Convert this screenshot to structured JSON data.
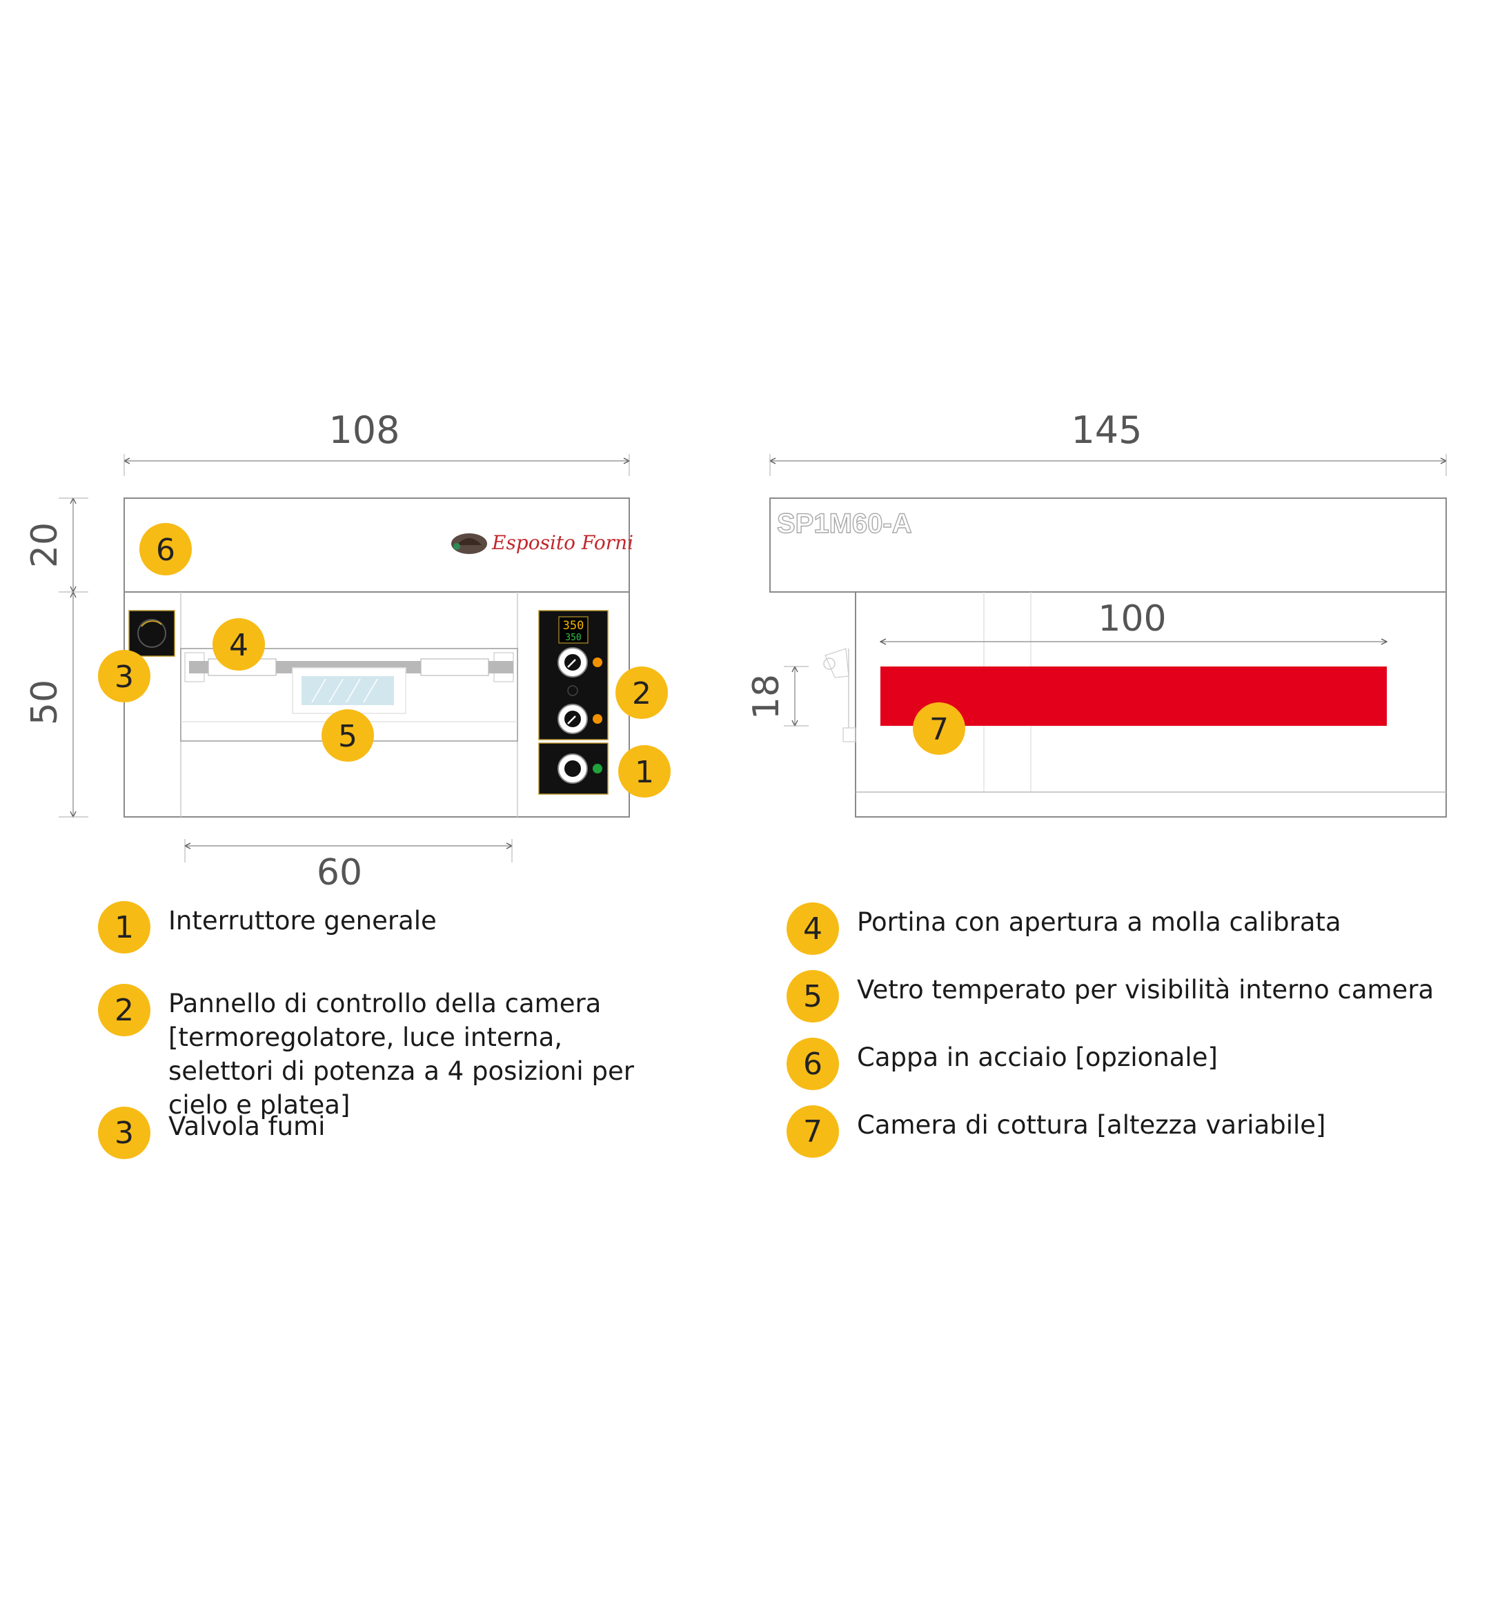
{
  "dimensions": {
    "front_width": "108",
    "hood_height": "20",
    "body_height": "50",
    "chamber_width": "60",
    "side_depth": "145",
    "inner_depth": "100",
    "chamber_height": "18"
  },
  "brand": {
    "logo_text": "Esposito Forni"
  },
  "model": {
    "code": "SP1M60-A"
  },
  "control_panel": {
    "display_value": "350",
    "display_setpoint": "350"
  },
  "badges": [
    "1",
    "2",
    "3",
    "4",
    "5",
    "6",
    "7"
  ],
  "legend": [
    {
      "num": "1",
      "text": "Interruttore generale"
    },
    {
      "num": "2",
      "text": "Pannello di controllo della camera [termoregolatore, luce interna, selettori di potenza a 4 posizioni per cielo e platea]"
    },
    {
      "num": "3",
      "text": "Valvola fumi"
    },
    {
      "num": "4",
      "text": "Portina con apertura a molla calibrata"
    },
    {
      "num": "5",
      "text": "Vetro temperato per visibilità interno camera"
    },
    {
      "num": "6",
      "text": "Cappa in acciaio [opzionale]"
    },
    {
      "num": "7",
      "text": "Camera di cottura [altezza variabile]"
    }
  ],
  "colors": {
    "badge": "#f7bb16",
    "chamber": "#e2001a",
    "panel": "#111111",
    "indicator_orange": "#f39200",
    "indicator_green": "#1fa33a"
  }
}
